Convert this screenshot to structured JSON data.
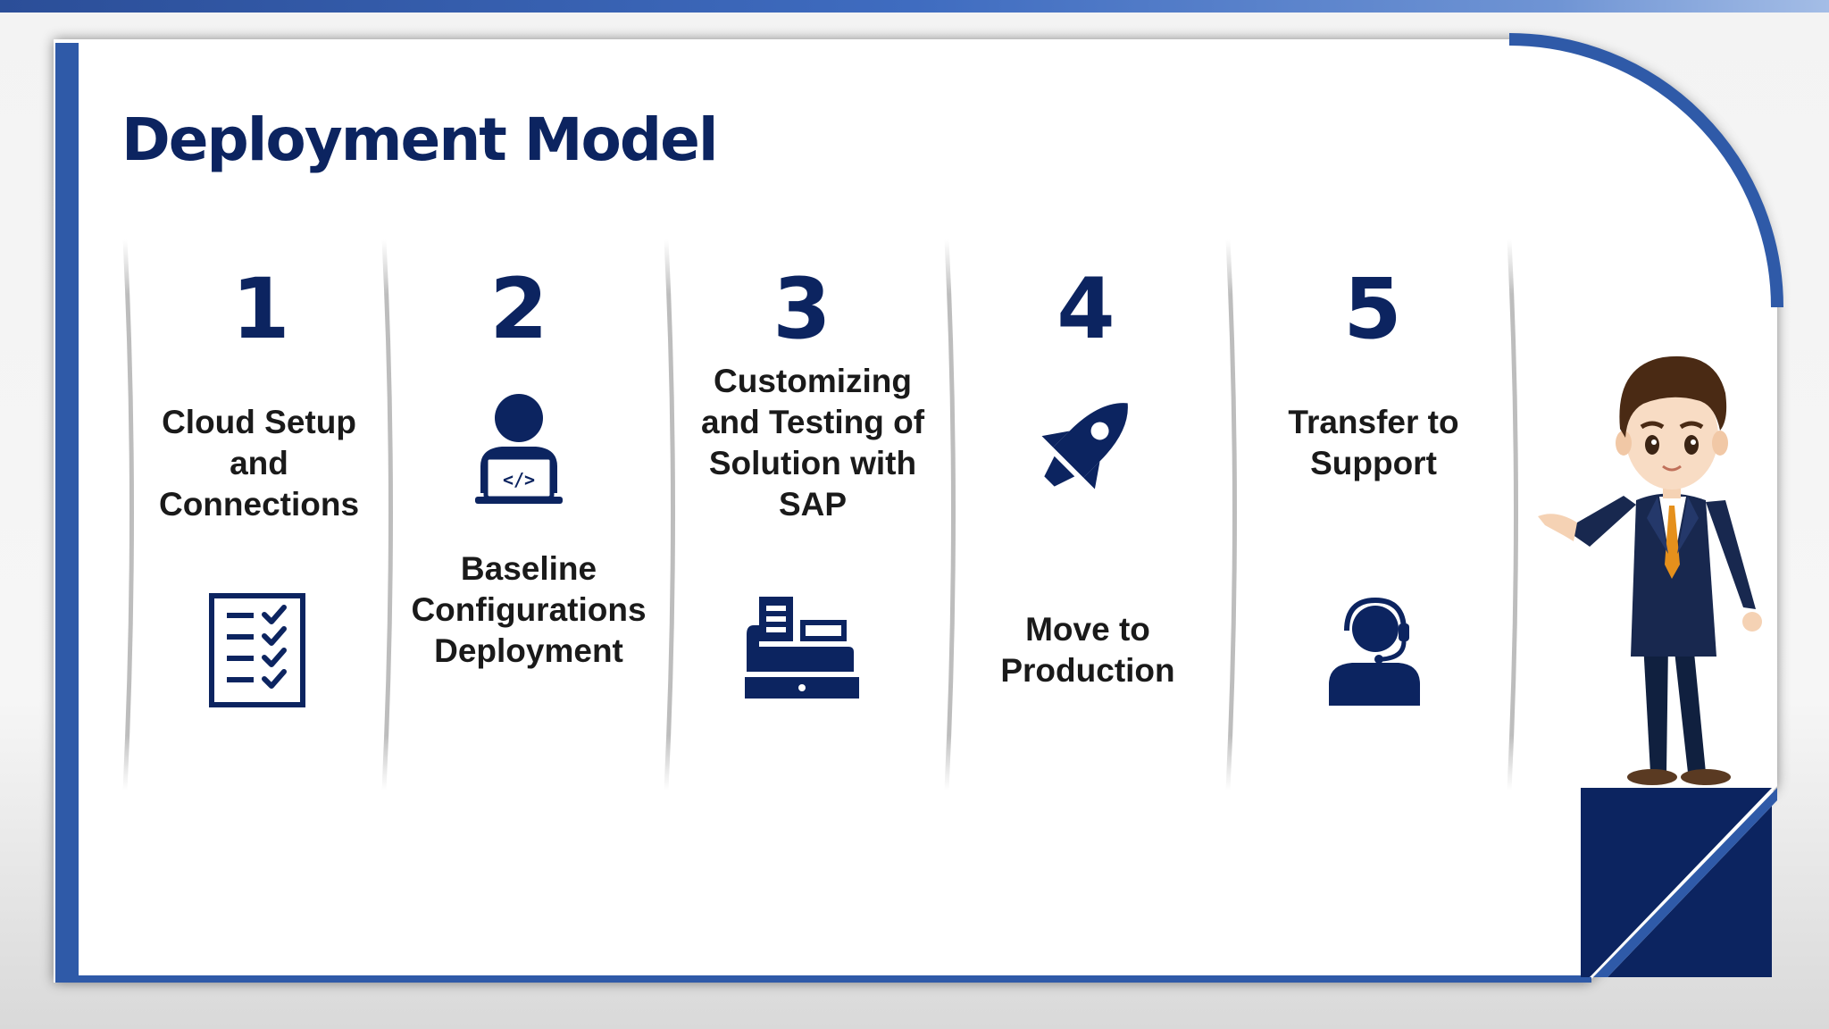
{
  "slide": {
    "title": "Deployment Model",
    "steps": [
      {
        "number": "1",
        "label_lines": [
          "Cloud Setup",
          "and",
          "Connections"
        ],
        "icon": "checklist-icon"
      },
      {
        "number": "2",
        "label_lines": [
          "Baseline",
          "Configurations",
          "Deployment"
        ],
        "icon": "developer-code-icon"
      },
      {
        "number": "3",
        "label_lines": [
          "Customizing",
          "and Testing of",
          "Solution with",
          "SAP"
        ],
        "icon": "cash-register-icon"
      },
      {
        "number": "4",
        "label_lines": [
          "Move to",
          "Production"
        ],
        "icon": "rocket-icon"
      },
      {
        "number": "5",
        "label_lines": [
          "Transfer to",
          "Support"
        ],
        "icon": "support-agent-icon"
      }
    ],
    "presenter": "businessman-illustration"
  },
  "colors": {
    "navy": "#0c2460",
    "frame_blue": "#2f5aa8",
    "text_dark": "#1a1a1a",
    "tie": "#e5901c"
  }
}
